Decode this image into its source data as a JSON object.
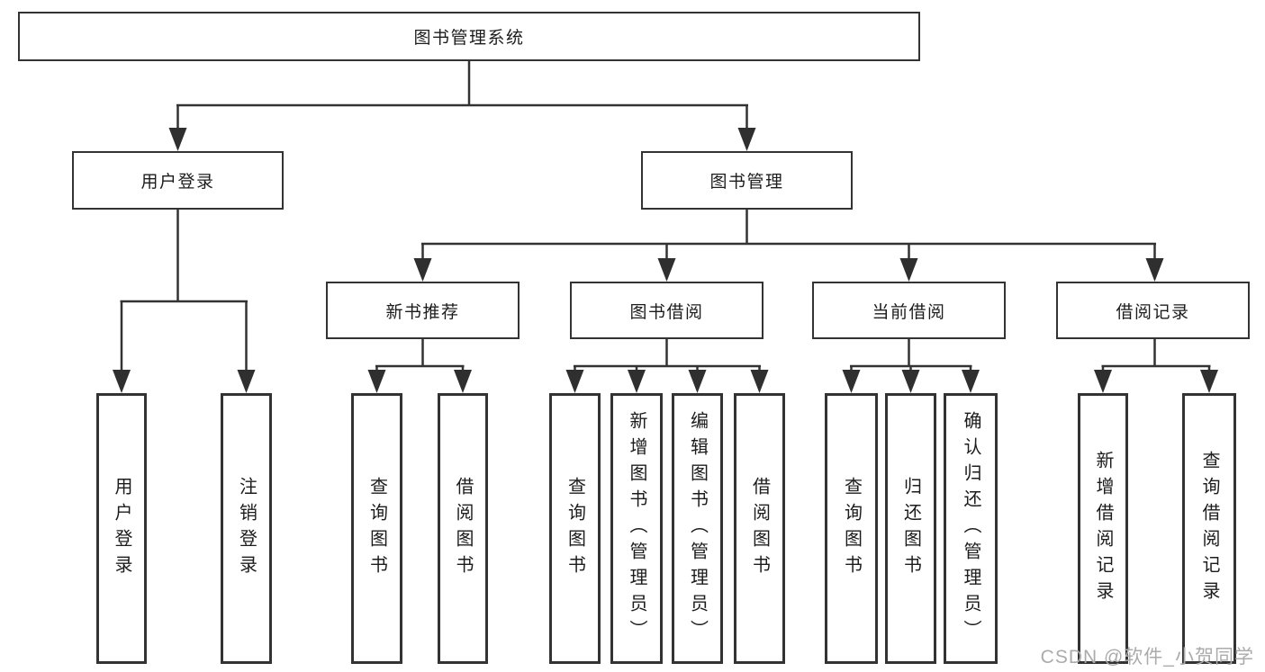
{
  "watermark": "CSDN @软件_小贺同学",
  "colors": {
    "line": "#333333",
    "box_border": "#333333",
    "box_fill": "#ffffff",
    "text": "#1c1c1c",
    "watermark": "#ababab"
  },
  "tree": {
    "root": {
      "label": "图书管理系统"
    },
    "branches": [
      {
        "label": "用户登录",
        "children": [
          {
            "label": "用户登录"
          },
          {
            "label": "注销登录"
          }
        ]
      },
      {
        "label": "图书管理",
        "children": [
          {
            "label": "新书推荐",
            "children": [
              {
                "label": "查询图书"
              },
              {
                "label": "借阅图书"
              }
            ]
          },
          {
            "label": "图书借阅",
            "children": [
              {
                "label": "查询图书"
              },
              {
                "label": "新增图书（管理员）"
              },
              {
                "label": "编辑图书（管理员）"
              },
              {
                "label": "借阅图书"
              }
            ]
          },
          {
            "label": "当前借阅",
            "children": [
              {
                "label": "查询图书"
              },
              {
                "label": "归还图书"
              },
              {
                "label": "确认归还（管理员）"
              }
            ]
          },
          {
            "label": "借阅记录",
            "children": [
              {
                "label": "新增借阅记录"
              },
              {
                "label": "查询借阅记录"
              }
            ]
          }
        ]
      }
    ]
  }
}
